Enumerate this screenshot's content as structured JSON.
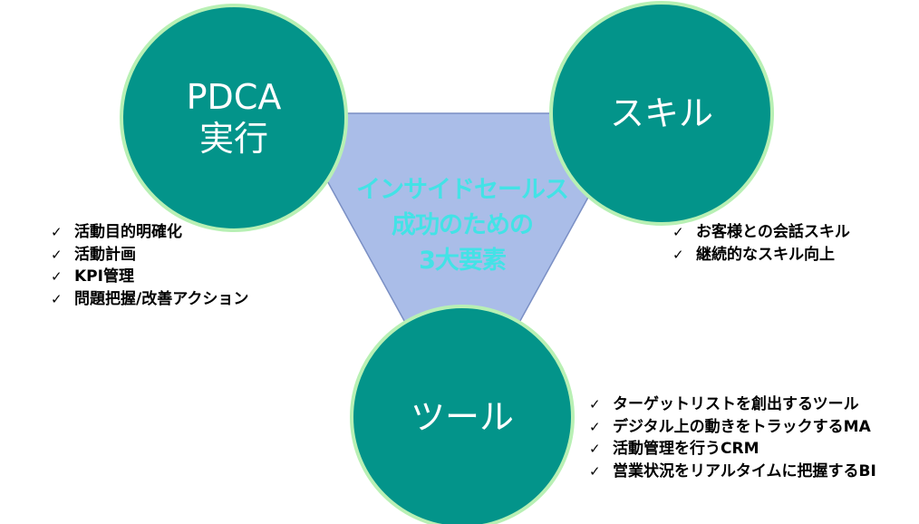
{
  "colors": {
    "circle_fill": "#03948a",
    "circle_stroke": "#b8f0b4",
    "triangle_fill": "#aabde8",
    "triangle_stroke": "#7a8fc4",
    "center_text": "#43e2e6"
  },
  "check_mark": "✓",
  "center": {
    "lines": [
      "インサイドセールス",
      "成功のための",
      "3大要素"
    ]
  },
  "nodes": {
    "pdca": {
      "lines": [
        "PDCA",
        "実行"
      ],
      "items": [
        "活動目的明確化",
        "活動計画",
        "KPI管理",
        "問題把握/改善アクション"
      ]
    },
    "skill": {
      "lines": [
        "スキル"
      ],
      "items": [
        "お客様との会話スキル",
        "継続的なスキル向上"
      ]
    },
    "tool": {
      "lines": [
        "ツール"
      ],
      "items": [
        "ターゲットリストを創出するツール",
        "デジタル上の動きをトラックするMA",
        "活動管理を行うCRM",
        "営業状況をリアルタイムに把握するBI"
      ]
    }
  }
}
